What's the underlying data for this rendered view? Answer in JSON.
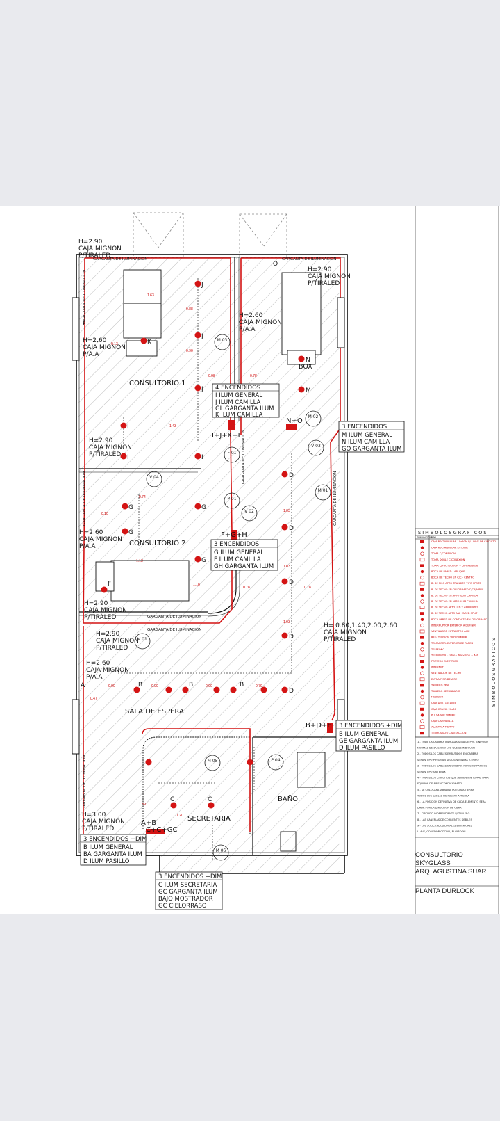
{
  "plan": {
    "heights": {
      "h290_tl": [
        "H=2.90",
        "CAJA MIGNON",
        "P/TIRALED"
      ],
      "h290_tr": [
        "H=2.90",
        "CAJA MIGNON",
        "P/TIRALED"
      ],
      "h260_mid": [
        "H=2.60",
        "CAJA MIGNON",
        "P/A.A"
      ],
      "h260_l1": [
        "H=2.60",
        "CAJA MIGNON",
        "P/A.A"
      ],
      "h290_l2": [
        "H=2.90",
        "CAJA MIGNON",
        "P/TIRALED"
      ],
      "h260_l3": [
        "H=2.60",
        "CAJA MIGNON",
        "P/A.A"
      ],
      "h290_l4": [
        "H=2.90",
        "CAJA MIGNON",
        "P/TIRALED"
      ],
      "h290_c": [
        "H=2.90",
        "CAJA MIGNON",
        "P/TIRALED"
      ],
      "h260_l5": [
        "H=2.60",
        "CAJA MIGNON",
        "P/A.A"
      ],
      "h300": [
        "H=3.00",
        "CAJA MIGNON",
        "P/TIRALED"
      ],
      "hmulti": [
        "H= 0.80,1.40,2.00,2.60",
        "CAJA MIGNON",
        "P/TIRALED"
      ]
    },
    "rooms": {
      "c1": "CONSULTORIO 1",
      "c2": "CONSULTORIO 2",
      "espera": "SALA DE ESPERA",
      "secretaria": "SECRETARIA",
      "bano": "BAÑO"
    },
    "garganta": "GARGANTA DE ILUMINACION",
    "box": "BOX",
    "switches": {
      "ijkl": "I+J+K+L",
      "no": "N+O",
      "fgh": "F+G+H",
      "bde": "B+D+E",
      "ab": "A+B",
      "ccgc": "C+C+GC"
    },
    "circle_tags": [
      "M 03",
      "M 02",
      "V 03",
      "F 01",
      "V 04",
      "P 01",
      "V 02",
      "M 01",
      "V 01",
      "M 05",
      "P 04",
      "M 06"
    ],
    "point_letters": {
      "J": "J",
      "K": "K",
      "N": "N",
      "M": "M",
      "I": "I",
      "G": "G",
      "F": "F",
      "D": "D",
      "B": "B",
      "A": "A",
      "C": "C",
      "O": "O",
      "L": "L"
    },
    "encendidos": {
      "e4": {
        "title": "4 ENCENDIDOS",
        "lines": [
          "I ILUM GENERAL",
          "J ILUM CAMILLA",
          "GL GARGANTA ILUM",
          "K ILUM CAMILLA"
        ]
      },
      "e3a": {
        "title": "3 ENCENDIDOS",
        "lines": [
          "M ILUM GENERAL",
          "N ILUM CAMILLA",
          "GO GARGANTA ILUM"
        ]
      },
      "e3b": {
        "title": "3 ENCENDIDOS",
        "lines": [
          "G ILUM GENERAL",
          "F ILUM CAMILLA",
          "GH GARGANTA ILUM"
        ]
      },
      "e3c": {
        "title": "3 ENCENDIDOS +DIM",
        "lines": [
          "B ILUM GENERAL",
          "GE GARGANTA ILUM",
          "D ILUM PASILLO"
        ]
      },
      "e3d": {
        "title": "3 ENCENDIDOS +DIM",
        "lines": [
          "B ILUM GENERAL",
          "BA GARGANTA ILUM",
          "D ILUM PASILLO"
        ]
      },
      "e3e": {
        "title": "3 ENCENDIDOS +DIM",
        "lines": [
          "C ILUM SECRETARIA",
          "GC GARGANTA ILUM",
          "BAJO MOSTRADOR",
          "GC CIELORRASO"
        ]
      }
    }
  },
  "legend": {
    "title": "S I M B O L O S   G R A F I C O S",
    "vertical": "S I M B O L O S   G R A F I C O S",
    "head_sym": "SIMBOLOGIA",
    "head_type": "TIPO",
    "items": [
      "CAJA RECTANGULAR 10x5CM P/ LLAVE DE CIRCUITO",
      "CAJA RECTANGULAR P/ TOMA",
      "TOMA C/CONEXION",
      "TOMA DOBLE C/CONEXION",
      "TOMA C/PROTECCION + DIFERENCIAL",
      "BOCA DE PARED - APLIQUE",
      "BOCA DE TECHO EN C/C - CENTRO",
      "B. DE PISO APTO TRANSITO TIPO SPOTS",
      "B. DE TECHO EN CIELORRASO C/CAJA PVC",
      "B. DE TECHO EN APTO ILUM CAMILLA",
      "B. DE TECHO EN APTO ILUM CAMILLA",
      "B. DE TECHO APTO LED 2 AMBIENTES",
      "B. DE TECHO APTO A.A. PARED SPLIT",
      "BOCA PARED DE CONTACTO EN CIELORRASO",
      "INTERRUPTOR EXTERIOR A DEFINIR",
      "VENTILADOR EXTRACTOR AIRE",
      "REG. TENSION TIPO DIMMER",
      "TOMACORR. EXTERIOR DE PARED",
      "TELEFONO",
      "TELEVISION - cable+ Television + Ant",
      "PORTERO ELECTRICO",
      "INTERNET",
      "VENTILADOR DE TECHO",
      "EXTRACTOR DE AIRE",
      "TABLERO PPAL",
      "TABLERO SECUNDARIO",
      "MEDIDOR",
      "CAJA DIST. 10x10x5",
      "CAJA CONEX. 20x30",
      "PULSADOR TIMBRE",
      "CAJA CAMPANILLA",
      "ALARMA A TIEMPO",
      "TERMOSTATO CALEFACCION"
    ],
    "notes": [
      "1 - TODA LA CANERIA INDICADA SERA DE PVC IGNIFUGO",
      "    NORMAS DE 1\", SALVO LOS QUE SE INDIQUEN",
      "2 - TODOS LOS CABLES EMBUTIDOS EN CANERIA",
      "    SERAN TIPO PRYSMIAN SECCION MINIMA 2.5mm2",
      "3 - TODOS LOS CABLES EN CANERIA POR CONTRAPISOS",
      "    SERAN TIPO SINTENAX",
      "4 - TODOS LOS CIRCUITOS QUE ALIMENTEN TOMAS PARA",
      "    EQUIPOS DE AIRE ACONDICIONADO",
      "5 - SE COLOCARA JABALINA PUESTA A TIERRA",
      "    TODOS LOS CABLES DE PUESTA A TIERRA",
      "6 - LA POSICION DEFINITIVA DE CADA ELEMENTO SERA",
      "    DADA POR LA DIRECCION DE OBRA",
      "7 - CIRCUITO INDEPENDIENTE P/ TABLERO",
      "8 - LAS CANERIAS DE CORRIENTES DEBILES",
      "9 - LOS SOLICITADOS LOCALES EXTERIORES",
      "    LLAVE, COMEDOR-COCINA, PLAYROOM"
    ]
  },
  "titleblock": {
    "line1": "CONSULTORIO SKYGLASS",
    "line2": "ARQ. AGUSTINA SUAR",
    "line3": "PLANTA DURLOCK"
  },
  "colors": {
    "red": "#d41414",
    "wall": "#111111",
    "hatch": "#9a9a9a"
  }
}
